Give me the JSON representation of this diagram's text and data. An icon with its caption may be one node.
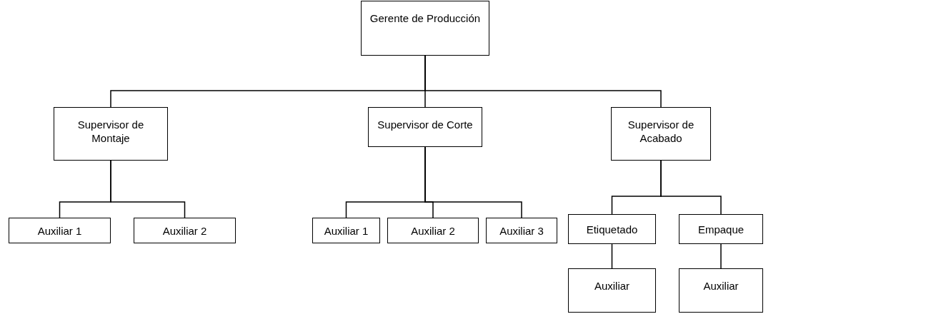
{
  "diagram": {
    "nodes": [
      {
        "text": [
          "Gerente de Producción"
        ]
      },
      {
        "text": [
          "Supervisor de Montaje"
        ]
      },
      {
        "text": [
          "Supervisor de Corte"
        ]
      },
      {
        "text": [
          "Supervisor de Acabado"
        ]
      },
      {
        "text": [
          "Auxiliar 1"
        ]
      },
      {
        "text": [
          "Auxiliar 2"
        ]
      },
      {
        "text": [
          "Auxiliar 1"
        ]
      },
      {
        "text": [
          "Auxiliar 2"
        ]
      },
      {
        "text": [
          "Auxiliar 3"
        ]
      },
      {
        "text": [
          "Etiquetado"
        ]
      },
      {
        "text": [
          "Empaque"
        ]
      },
      {
        "text": [
          "Auxiliar"
        ]
      },
      {
        "text": [
          "Auxiliar"
        ]
      }
    ],
    "edges": [
      {
        "from": 0,
        "to": 1,
        "arrow": "none"
      },
      {
        "from": 0,
        "to": 2,
        "arrow": "none"
      },
      {
        "from": 0,
        "to": 3,
        "arrow": "none"
      },
      {
        "from": 1,
        "to": 4,
        "arrow": "none"
      },
      {
        "from": 1,
        "to": 5,
        "arrow": "none"
      },
      {
        "from": 2,
        "to": 6,
        "arrow": "none"
      },
      {
        "from": 2,
        "to": 7,
        "arrow": "none"
      },
      {
        "from": 2,
        "to": 8,
        "arrow": "none"
      },
      {
        "from": 3,
        "to": 9,
        "arrow": "none"
      },
      {
        "from": 3,
        "to": 10,
        "arrow": "none"
      },
      {
        "from": 9,
        "to": 11,
        "arrow": "none"
      },
      {
        "from": 10,
        "to": 12,
        "arrow": "none"
      }
    ]
  }
}
